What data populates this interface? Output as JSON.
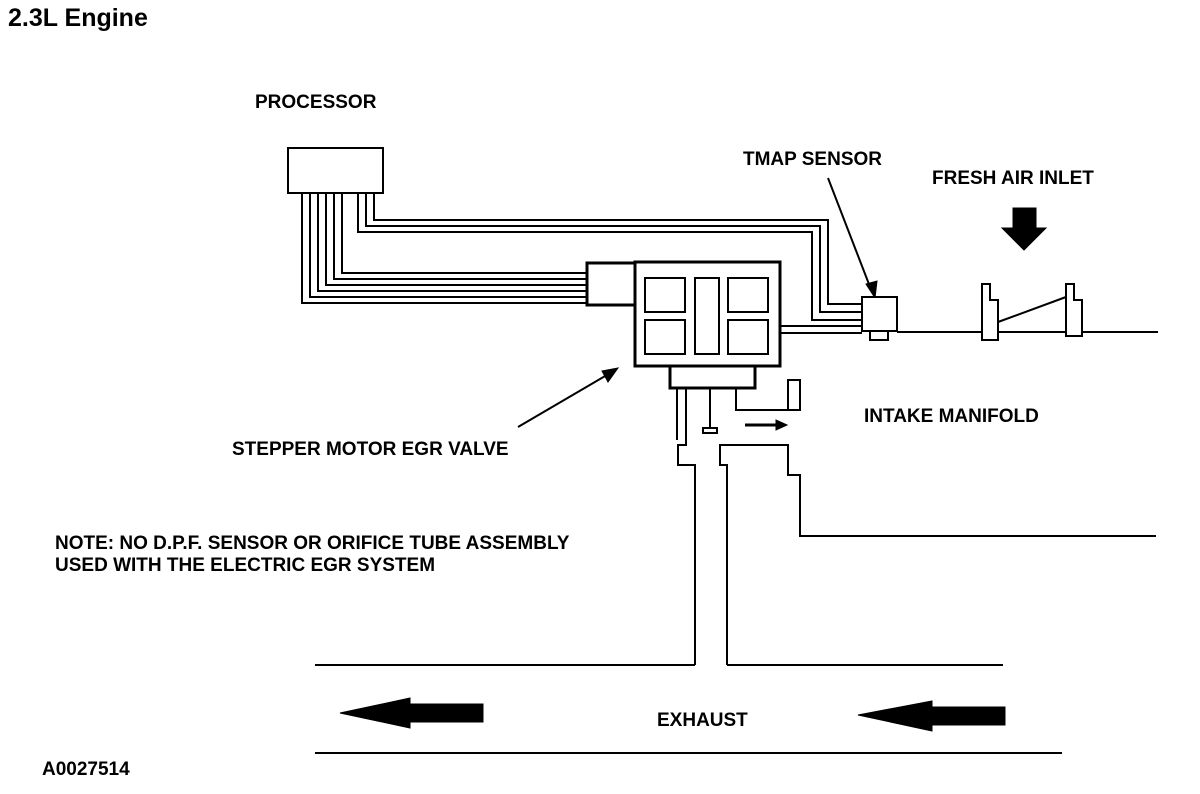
{
  "title": "2.3L Engine",
  "labels": {
    "processor": "PROCESSOR",
    "tmap_sensor": "TMAP SENSOR",
    "fresh_air_inlet": "FRESH AIR INLET",
    "intake_manifold": "INTAKE MANIFOLD",
    "egr_valve": "STEPPER MOTOR EGR VALVE",
    "exhaust": "EXHAUST"
  },
  "note": {
    "line1": "NOTE: NO D.P.F. SENSOR OR ORIFICE TUBE ASSEMBLY",
    "line2": "USED WITH THE ELECTRIC EGR SYSTEM"
  },
  "figure_id": "A0027514"
}
